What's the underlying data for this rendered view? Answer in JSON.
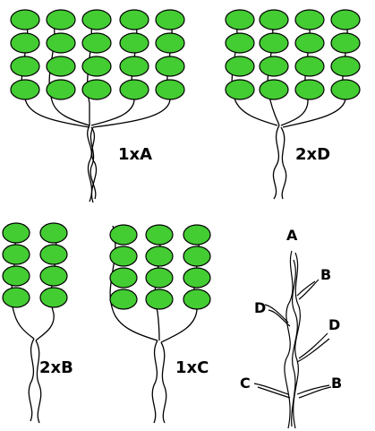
{
  "colors": {
    "bead_fill": "#44cc33",
    "stroke": "#000000",
    "background": "#ffffff"
  },
  "groups": [
    {
      "id": "group-1xA",
      "label": "1xA",
      "columns": 5,
      "rows": 4
    },
    {
      "id": "group-2xD",
      "label": "2xD",
      "columns": 4,
      "rows": 4
    },
    {
      "id": "group-2xB",
      "label": "2xB",
      "columns": 2,
      "rows": 4
    },
    {
      "id": "group-1xC",
      "label": "1xC",
      "columns": 3,
      "rows": 4
    }
  ],
  "branch_labels": [
    "A",
    "B",
    "D",
    "D",
    "C",
    "B"
  ]
}
